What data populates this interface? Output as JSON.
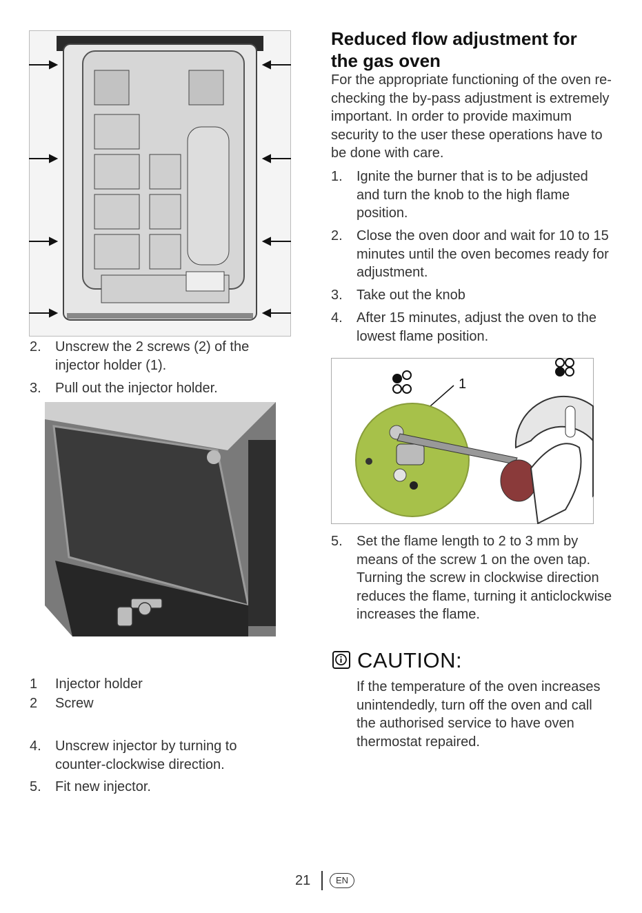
{
  "left": {
    "steps_a": [
      {
        "num": "2.",
        "text": "Unscrew the 2 screws (2) of the injector holder (1)."
      },
      {
        "num": "3.",
        "text": "Pull out the injector holder."
      }
    ],
    "legend": [
      {
        "num": "1",
        "text": "Injector holder"
      },
      {
        "num": "2",
        "text": "Screw"
      }
    ],
    "steps_b": [
      {
        "num": "4.",
        "text": "Unscrew injector by turning to counter-clockwise direction."
      },
      {
        "num": "5.",
        "text": "Fit new injector."
      }
    ]
  },
  "right": {
    "heading": "Reduced flow adjustment for the gas oven",
    "intro": "For the appropriate functioning of the oven re-checking the by-pass adjustment is extremely important. In order to provide maximum security to the user these operations have to be done with care.",
    "steps": [
      {
        "num": "1.",
        "text": "Ignite the burner that is to be adjusted and turn the knob to the high flame position."
      },
      {
        "num": "2.",
        "text": "Close the oven door and wait for 10 to 15 minutes until the oven becomes ready for adjustment."
      },
      {
        "num": "3.",
        "text": "Take out the knob"
      },
      {
        "num": "4.",
        "text": "After 15 minutes, adjust the oven to the lowest flame position."
      }
    ],
    "figure_label": "1",
    "step5": {
      "num": "5.",
      "text": "Set the flame length to 2 to 3 mm by means of the screw 1 on the oven tap. Turning the screw in clockwise direction reduces the flame, turning it anticlockwise increases the flame."
    },
    "caution": {
      "title": "CAUTION:",
      "icon": "info-icon",
      "text": "If the temperature of the oven increases unintendedly, turn off the oven and call the authorised service to have oven thermostat repaired."
    }
  },
  "footer": {
    "page_number": "21",
    "language": "EN"
  }
}
